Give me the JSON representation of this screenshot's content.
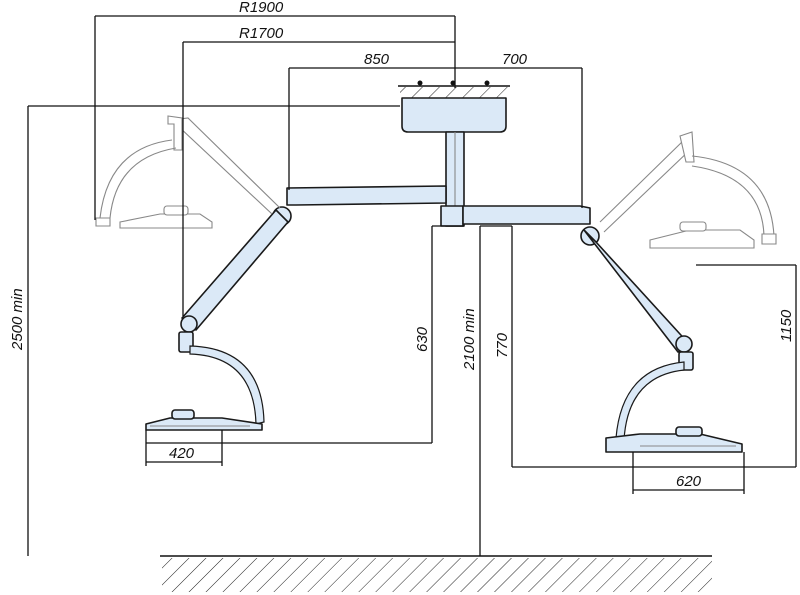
{
  "dimensions": {
    "r1900": "R1900",
    "r1700": "R1700",
    "d850": "850",
    "d700": "700",
    "d2500": "2500 min",
    "d2100": "2100 min",
    "d630": "630",
    "d770": "770",
    "d1150": "1150",
    "d420": "420",
    "d620": "620"
  }
}
